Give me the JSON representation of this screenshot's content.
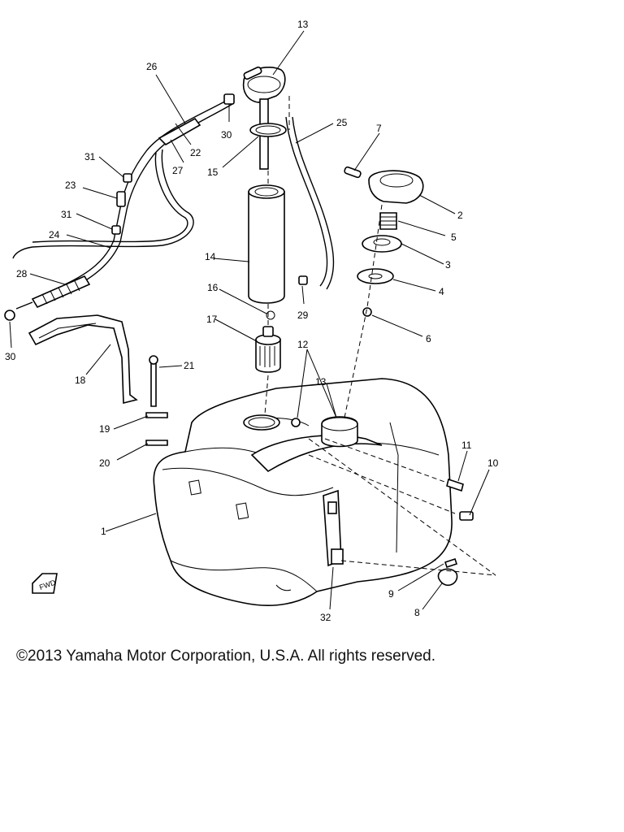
{
  "labels": {
    "p1": "1",
    "p2": "2",
    "p3": "3",
    "p4": "4",
    "p5": "5",
    "p6": "6",
    "p7": "7",
    "p8": "8",
    "p9": "9",
    "p10": "10",
    "p11": "11",
    "p12": "12",
    "p13": "13",
    "p13b": "13",
    "p14": "14",
    "p15": "15",
    "p16": "16",
    "p17": "17",
    "p18": "18",
    "p19": "19",
    "p20": "20",
    "p21": "21",
    "p22": "22",
    "p23": "23",
    "p24": "24",
    "p25": "25",
    "p26": "26",
    "p27": "27",
    "p28": "28",
    "p29": "29",
    "p30a": "30",
    "p30b": "30",
    "p31a": "31",
    "p31b": "31",
    "p32": "32"
  },
  "fwd_marker": "FWD",
  "copyright": "©2013 Yamaha Motor Corporation, U.S.A. All rights reserved."
}
